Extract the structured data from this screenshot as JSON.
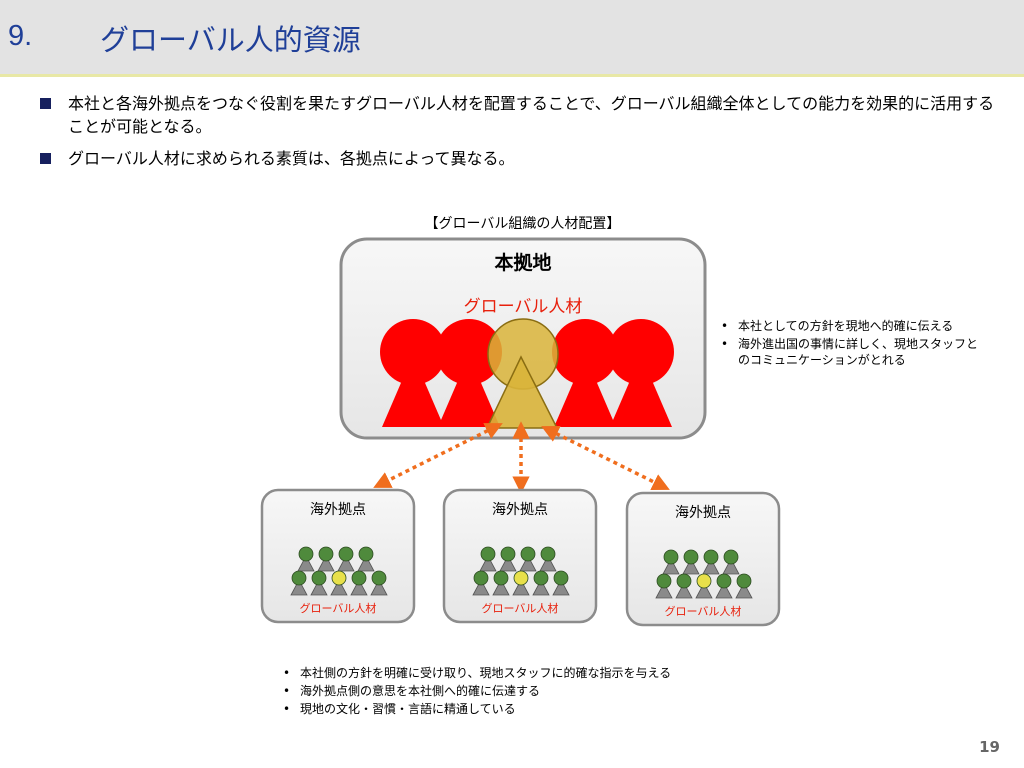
{
  "header": {
    "number": "9.",
    "title": "グローバル人的資源"
  },
  "bullets": [
    "本社と各海外拠点をつなぐ役割を果たすグローバル人材を配置することで、グローバル組織全体としての能力を効果的に活用することが可能となる。",
    "グローバル人材に求められる素質は、各拠点によって異なる。"
  ],
  "diagram": {
    "title": "【グローバル組織の人材配置】",
    "hq": {
      "label": "本拠地",
      "global_talent_label": "グローバル人材"
    },
    "offices": [
      {
        "label": "海外拠点",
        "global_talent_label": "グローバル人材"
      },
      {
        "label": "海外拠点",
        "global_talent_label": "グローバル人材"
      },
      {
        "label": "海外拠点",
        "global_talent_label": "グローバル人材"
      }
    ],
    "colors": {
      "person_red": "#ff0000",
      "person_gold": "#d9b43a",
      "arrow_orange": "#f06e1e",
      "person_green": "#4f8a3c",
      "person_gray": "#8a8a8a",
      "box_border": "#8c8c8c",
      "box_fill": "#efefef"
    }
  },
  "hq_notes": [
    "本社としての方針を現地へ的確に伝える",
    "海外進出国の事情に詳しく、現地スタッフとのコミュニケーションがとれる"
  ],
  "office_notes": [
    "本社側の方針を明確に受け取り、現地スタッフに的確な指示を与える",
    "海外拠点側の意思を本社側へ的確に伝達する",
    "現地の文化・習慣・言語に精通している"
  ],
  "page_number": "19"
}
